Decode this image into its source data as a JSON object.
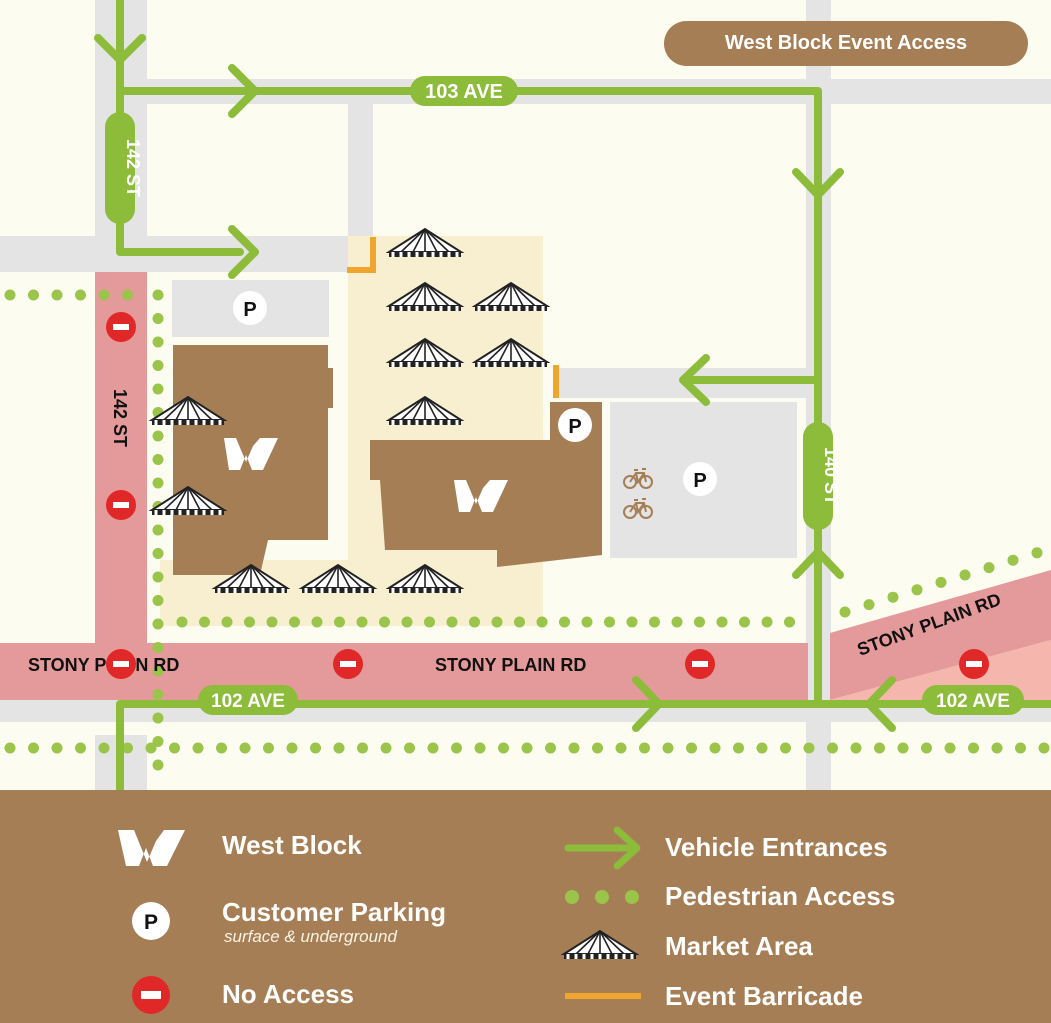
{
  "header": {
    "event_access_label": "West Block Event Access"
  },
  "streets": {
    "ave_103": "103 AVE",
    "st_142_north": "142 ST",
    "st_142_west": "142 ST",
    "st_140": "140 ST",
    "stony_plain_west": "STONY PLAIN RD",
    "stony_plain_mid": "STONY PLAIN RD",
    "stony_plain_east": "STONY PLAIN RD",
    "ave_102_west": "102 AVE",
    "ave_102_east": "102 AVE"
  },
  "map_icons": {
    "parking": "P"
  },
  "legend": {
    "west_block": "West Block",
    "customer_parking": "Customer Parking",
    "customer_parking_sub": "surface & underground",
    "no_access": "No Access",
    "vehicle_entrances": "Vehicle Entrances",
    "pedestrian_access": "Pedestrian Access",
    "market_area": "Market Area",
    "event_barricade": "Event Barricade",
    "parking_letter": "P"
  },
  "colors": {
    "green": "#8dbb3a",
    "pink": "#e49a9a",
    "red": "#e02828",
    "brown": "#a57e55",
    "road_gray": "#e4e4e4",
    "market_beige": "#f7efcf",
    "barricade": "#f0a52e",
    "background": "#fdfcf0"
  }
}
